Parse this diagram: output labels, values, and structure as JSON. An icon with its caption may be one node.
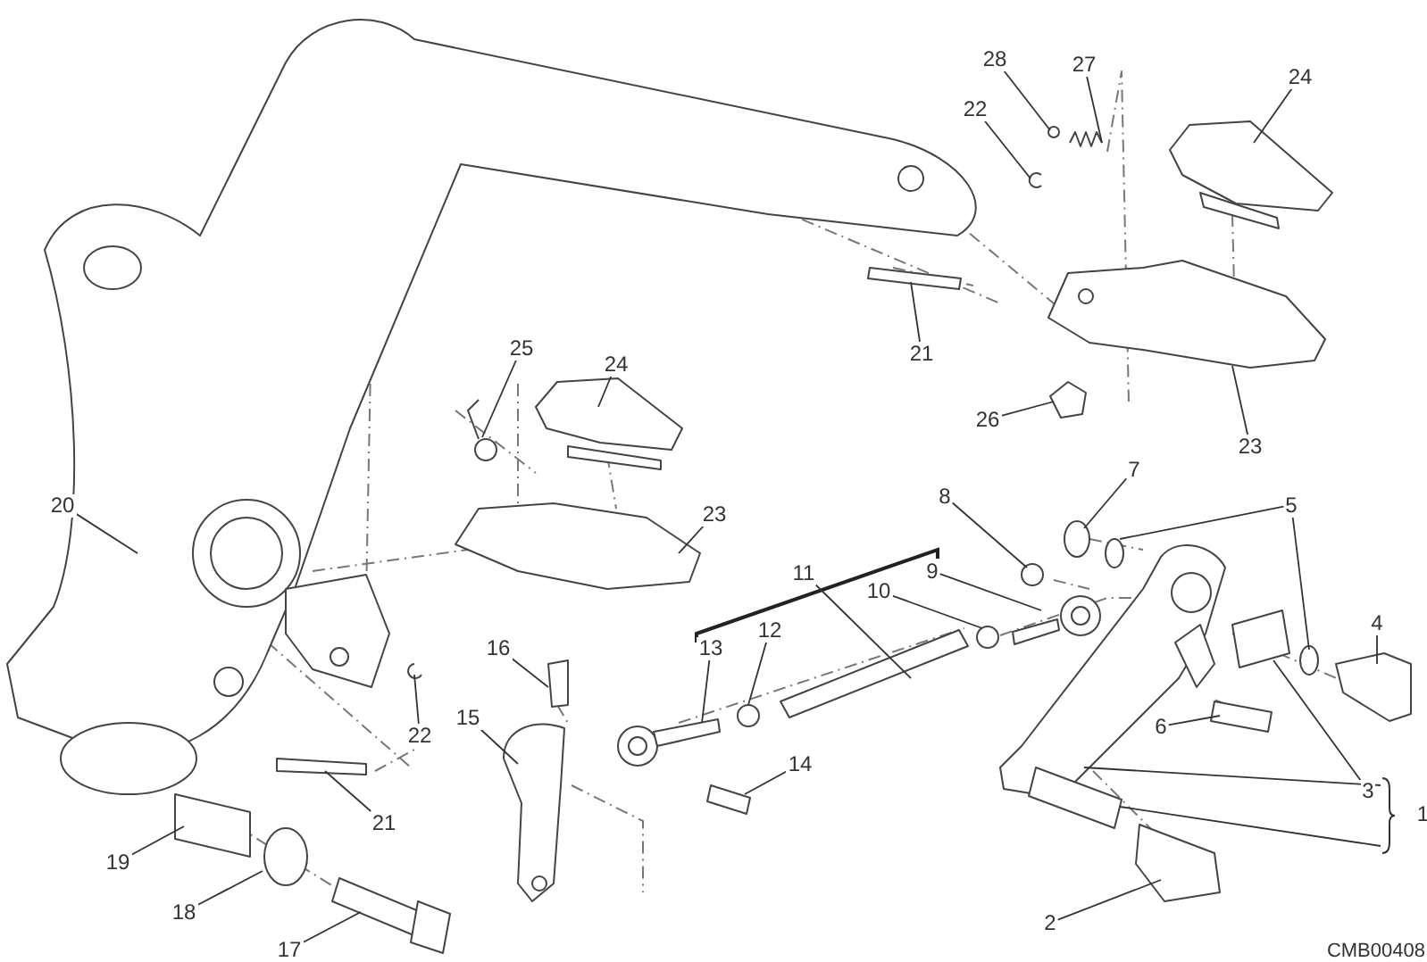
{
  "diagram": {
    "nodes": [
      {
        "text": [
          "28"
        ]
      },
      {
        "text": [
          "27"
        ]
      },
      {
        "text": [
          "24"
        ]
      },
      {
        "text": [
          "22"
        ]
      },
      {
        "text": [
          "25"
        ]
      },
      {
        "text": [
          "21"
        ]
      },
      {
        "text": [
          "24"
        ]
      },
      {
        "text": [
          "26"
        ]
      },
      {
        "text": [
          "23"
        ]
      },
      {
        "text": [
          "7"
        ]
      },
      {
        "text": [
          "8"
        ]
      },
      {
        "text": [
          "5"
        ]
      },
      {
        "text": [
          "20"
        ]
      },
      {
        "text": [
          "23"
        ]
      },
      {
        "text": [
          "11"
        ]
      },
      {
        "text": [
          "9"
        ]
      },
      {
        "text": [
          "10"
        ]
      },
      {
        "text": [
          "4"
        ]
      },
      {
        "text": [
          "12"
        ]
      },
      {
        "text": [
          "13"
        ]
      },
      {
        "text": [
          "16"
        ]
      },
      {
        "text": [
          "15"
        ]
      },
      {
        "text": [
          "6"
        ]
      },
      {
        "text": [
          "22"
        ]
      },
      {
        "text": [
          "14"
        ]
      },
      {
        "text": [
          "3"
        ]
      },
      {
        "text": [
          "1"
        ]
      },
      {
        "text": [
          "21"
        ]
      },
      {
        "text": [
          "19"
        ]
      },
      {
        "text": [
          "2"
        ]
      },
      {
        "text": [
          "18"
        ]
      },
      {
        "text": [
          "17"
        ]
      }
    ],
    "edges": [
      {
        "from": 0,
        "to": null,
        "arrow": "none"
      },
      {
        "from": 1,
        "to": null,
        "arrow": "none"
      },
      {
        "from": 2,
        "to": null,
        "arrow": "none"
      },
      {
        "from": 3,
        "to": null,
        "arrow": "none"
      },
      {
        "from": 4,
        "to": null,
        "arrow": "none"
      },
      {
        "from": 5,
        "to": null,
        "arrow": "none"
      },
      {
        "from": 6,
        "to": null,
        "arrow": "none"
      },
      {
        "from": 7,
        "to": null,
        "arrow": "none"
      },
      {
        "from": 8,
        "to": null,
        "arrow": "none"
      },
      {
        "from": 9,
        "to": null,
        "arrow": "none"
      },
      {
        "from": 10,
        "to": null,
        "arrow": "none"
      },
      {
        "from": 11,
        "to": null,
        "arrow": "none"
      },
      {
        "from": 11,
        "to": null,
        "arrow": "none"
      },
      {
        "from": 12,
        "to": null,
        "arrow": "none"
      },
      {
        "from": 13,
        "to": null,
        "arrow": "none"
      },
      {
        "from": 14,
        "to": null,
        "arrow": "none"
      },
      {
        "from": 15,
        "to": null,
        "arrow": "none"
      },
      {
        "from": 16,
        "to": null,
        "arrow": "none"
      },
      {
        "from": 17,
        "to": null,
        "arrow": "none"
      },
      {
        "from": 18,
        "to": null,
        "arrow": "none"
      },
      {
        "from": 19,
        "to": null,
        "arrow": "none"
      },
      {
        "from": 20,
        "to": null,
        "arrow": "none"
      },
      {
        "from": 21,
        "to": null,
        "arrow": "none"
      },
      {
        "from": 22,
        "to": null,
        "arrow": "none"
      },
      {
        "from": 23,
        "to": null,
        "arrow": "none"
      },
      {
        "from": 24,
        "to": null,
        "arrow": "none"
      },
      {
        "from": 25,
        "to": null,
        "arrow": "none"
      },
      {
        "from": 26,
        "to": null,
        "arrow": "none"
      },
      {
        "from": 26,
        "to": null,
        "arrow": "none"
      },
      {
        "from": 27,
        "to": null,
        "arrow": "none"
      },
      {
        "from": 28,
        "to": null,
        "arrow": "none"
      },
      {
        "from": 29,
        "to": null,
        "arrow": "none"
      },
      {
        "from": 30,
        "to": null,
        "arrow": "none"
      },
      {
        "from": 31,
        "to": null,
        "arrow": "none"
      }
    ],
    "labels": [
      "CMB00408"
    ]
  }
}
